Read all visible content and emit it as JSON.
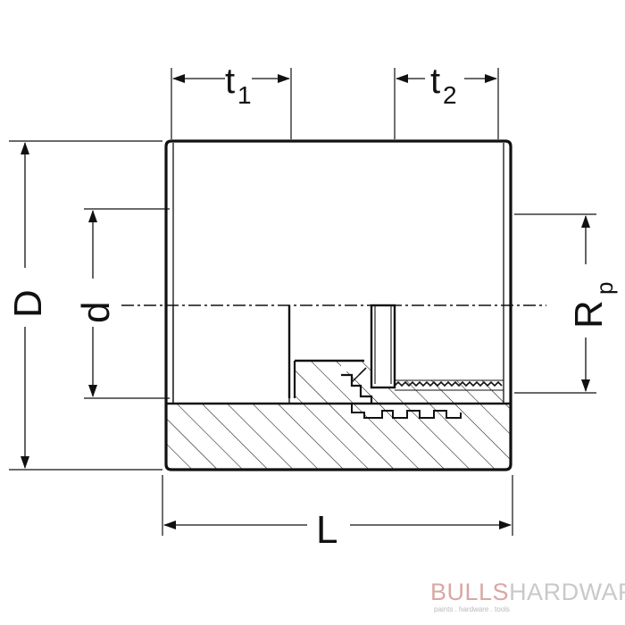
{
  "labels": {
    "t1": "t",
    "t1_sub": "1",
    "t2": "t",
    "t2_sub": "2",
    "D": "D",
    "d": "d",
    "Rp": "R",
    "Rp_sub": "p",
    "L": "L"
  },
  "logo": {
    "bulls": "BULLS",
    "hardware": "HARDWARE",
    "tagline": "paints . hardware . tools"
  },
  "colors": {
    "line": "#111111",
    "logo_bulls": "#d9a7a4",
    "logo_hardware": "#c9c9c9"
  }
}
